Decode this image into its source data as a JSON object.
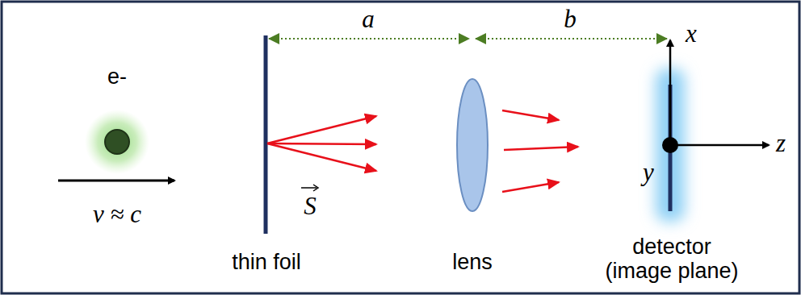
{
  "diagram": {
    "labels": [
      "e-",
      "v ≈ c",
      "thin foil",
      "S",
      "lens",
      "detector (image plane)",
      "a",
      "b",
      "x",
      "y",
      "z"
    ]
  }
}
